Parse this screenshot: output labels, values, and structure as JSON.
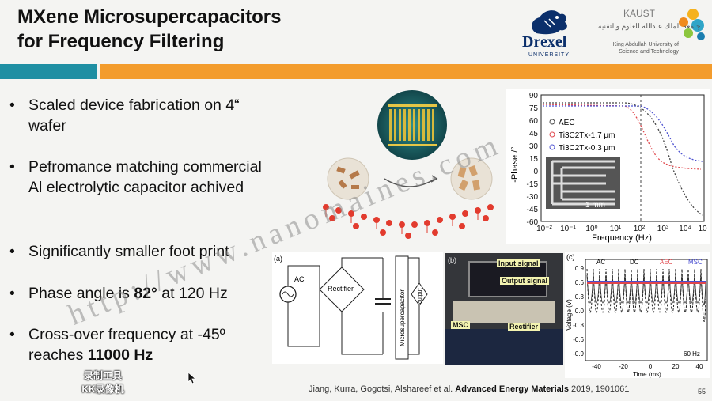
{
  "title": {
    "line1": "MXene Microsupercapacitors",
    "line2": "for Frequency Filtering"
  },
  "logos": {
    "drexel": {
      "word": "Drexel",
      "sub": "UNIVERSITY"
    },
    "kaust": {
      "word": "KAUST",
      "arabic": "جامعة الملك عبدالله للعلوم والتقنية",
      "english": "King Abdullah University of Science and Technology"
    }
  },
  "bullets": [
    {
      "text": "Scaled device fabrication on 4“ wafer"
    },
    {
      "text": "Pefromance matching commercial Al electrolytic capacitor achived"
    },
    {
      "text": "Significantly smaller foot print"
    },
    {
      "pre": "Phase angle is ",
      "bold": "82°",
      "post": " at 120 Hz"
    },
    {
      "pre": "Cross-over frequency at -45º reaches ",
      "bold": "11000 Hz",
      "post": ""
    }
  ],
  "phase_chart": {
    "ylabel": "-Phase /°",
    "xlabel": "Frequency (Hz)",
    "yticks": [
      "90",
      "75",
      "60",
      "45",
      "30",
      "15",
      "0",
      "-15",
      "-30",
      "-45",
      "-60"
    ],
    "xticks": [
      "10⁻²",
      "10⁻¹",
      "10⁰",
      "10¹",
      "10²",
      "10³",
      "10⁴",
      "10"
    ],
    "legend": [
      "AEC",
      "Ti3C2Tx-1.7 μm",
      "Ti3C2Tx-0.3 μm"
    ],
    "scale_bar": "1 mm",
    "colors": {
      "aec": "#444444",
      "thick": "#e0474c",
      "thin": "#4a4fd0"
    }
  },
  "circuit": {
    "panel_label": "(a)",
    "ac_label": "AC",
    "rectifier_label": "Rectifier",
    "msc_label": "Microsupercapacitor",
    "output_label": "output"
  },
  "photo": {
    "panel_label": "(b)",
    "labels": {
      "input": "Input signal",
      "output": "Output signal",
      "msc": "MSC",
      "rectifier": "Rectifier"
    }
  },
  "voltage_chart": {
    "panel_label": "(c)",
    "legend": [
      "AC",
      "DC",
      "AEC",
      "MSC"
    ],
    "ylabel": "Voltage (V)",
    "xlabel": "Time (ms)",
    "yticks": [
      "0.9",
      "0.6",
      "0.3",
      "0.0",
      "-0.3",
      "-0.6",
      "-0.9"
    ],
    "xticks": [
      "-40",
      "-20",
      "0",
      "20",
      "40"
    ],
    "freq_label": "60 Hz"
  },
  "citation": {
    "authors": "Jiang, Kurra, Gogotsi, Alshareef  et al. ",
    "journal": "Advanced Energy Materials",
    "rest": " 2019, 1901061"
  },
  "page_number": "55",
  "watermark": "http://www.nanomaines.com",
  "recorder_badge": {
    "line1": "录制工具",
    "line2": "KK录像机"
  }
}
